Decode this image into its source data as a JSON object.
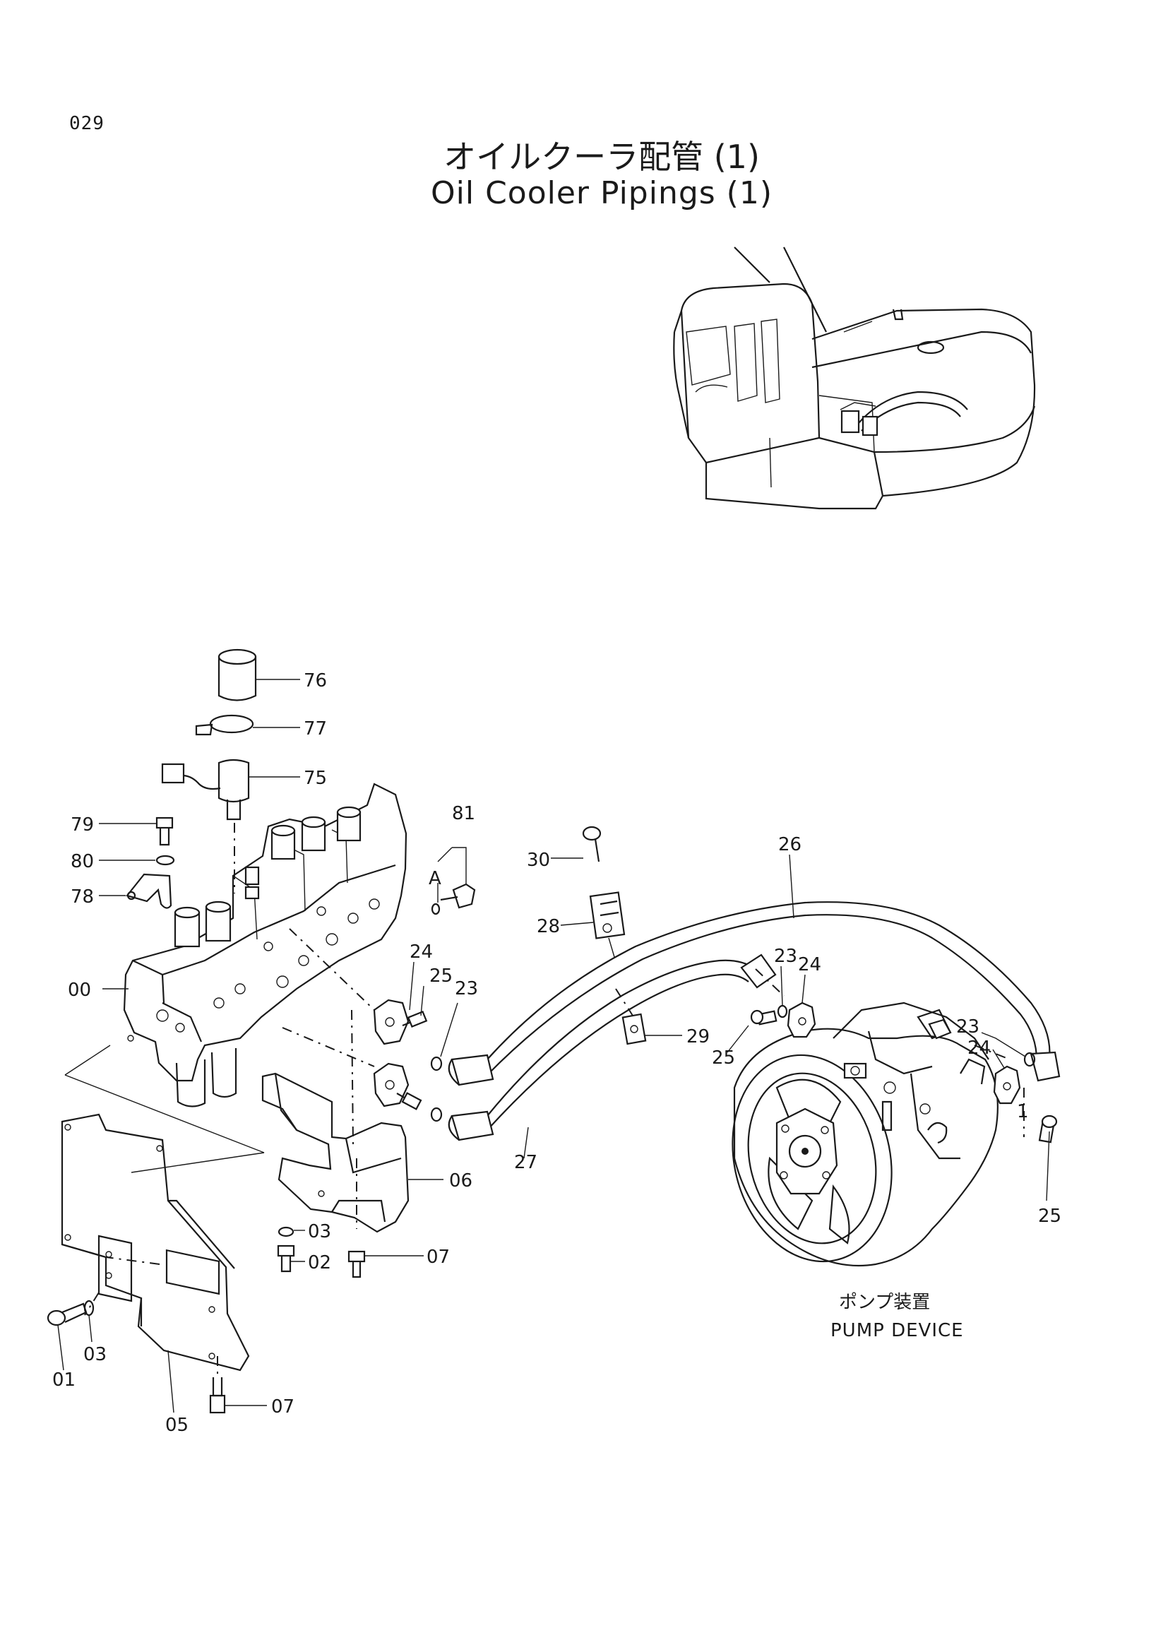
{
  "page": {
    "number": "029"
  },
  "title": {
    "japanese": "オイルクーラ配管 (1)",
    "english": "Oil Cooler Pipings (1)"
  },
  "callouts": {
    "c76": "76",
    "c77": "77",
    "c75": "75",
    "c79": "79",
    "c80": "80",
    "c78": "78",
    "c81": "81",
    "cA": "A",
    "c00": "00",
    "c24a": "24",
    "c25a": "25",
    "c23a": "23",
    "c30": "30",
    "c28": "28",
    "c26": "26",
    "c29": "29",
    "c27": "27",
    "c23b": "23",
    "c24b": "24",
    "c25b": "25",
    "c23c": "23",
    "c24c": "24",
    "c1": "1",
    "c25c": "25",
    "c06": "06",
    "c03a": "03",
    "c02": "02",
    "c07a": "07",
    "c01": "01",
    "c03b": "03",
    "c05": "05",
    "c07b": "07"
  },
  "pump_label": {
    "japanese": "ポンプ装置",
    "english": "PUMP DEVICE"
  }
}
